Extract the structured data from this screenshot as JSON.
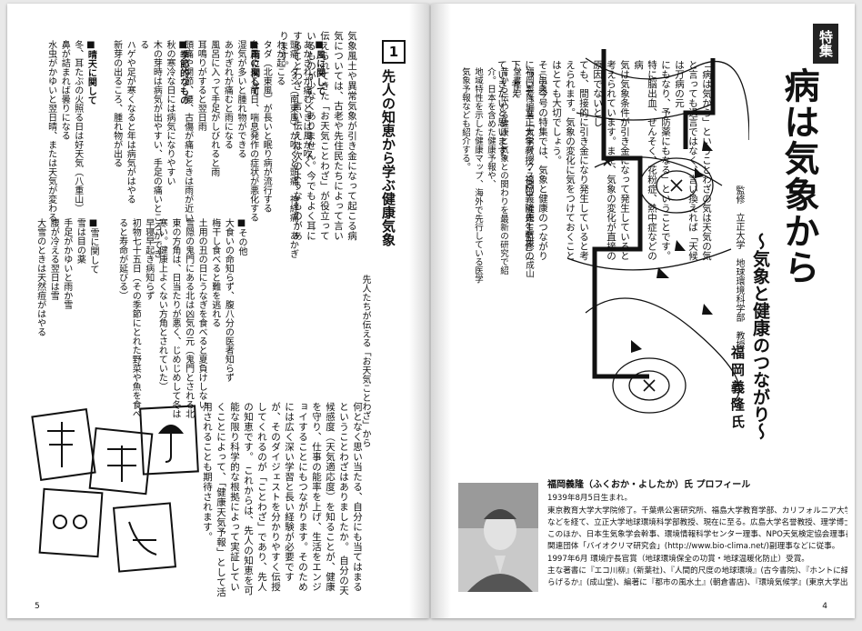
{
  "right_page": {
    "feature_tag": "特集",
    "title": "病は気象から",
    "subtitle": "〜気象と健康のつながり〜",
    "supervisor": "監修　立正大学　地球環境科学部　教授",
    "author": "福岡義隆氏",
    "intro": [
      "「病は気から」ということわざの気は天気の気と言っても過言ではなく、言い換えれば「天候は万病の元",
      "にもなり、予防薬にもなる」ということです。特に脳出血、ぜんそく、花粉症、熱中症などの病",
      "気は気象条件が引き金になって発生していると考えられています。また、気象の変化が直接の原因でないとし",
      "ても、間接的に引き金になり発生していると考えられます。気象の変化に気をつけておくことはとても大切でしょう。",
      "そこで今号の特集では、気象と健康のつながりについて、立正大学教授・福岡義隆先生監修の下、考え",
      "ていきたいと思います。"
    ],
    "source": [
      "（出典）",
      "福岡義隆編著「気象ブックス023　健康と気象」（成山堂書店）",
      "昔から伝わる健康と気象との関わりを最新の研究で紹介。日本を含めた健康予報や、",
      "地域特性を示した健康マップ、海外で先行している医学気象予報なども紹介する。"
    ],
    "profile": {
      "title": "福岡義隆（ふくおか・よしたか）氏 プロフィール",
      "lines": [
        "1939年8月5日生まれ。",
        "東京教育大学大学院修了。千葉県公害研究所、福島大学教育学部、カリフォルニア大学、広島大学",
        "などを経て、立正大学地球環境科学部教授、現在に至る。広島大学名誉教授、理学博士。",
        "このほか、日本生気象学会幹事、環境情報科学センター理事、NPO天気検定協会理事長、NPO",
        "関連団体「バイオクリマ研究会」(http://www.bio-clima.net/)副理事などに従事。",
        "1997年6月 環境庁長官賞（地球環境保全の功賞・地球温暖化防止）受賞。",
        "主な著書に『エコ川柳』(新葉社)、『人間的尺度の地球環境』(古今書院)、『ホントに緑は猛暑を和",
        "らげるか』(成山堂)、編著に『都市の風水土』(朝倉書店)、『環境気候学』(東京大学出版会)など。"
      ]
    },
    "page_number": "4"
  },
  "left_page": {
    "section_number": "1",
    "section_title": "先人の知恵から学ぶ健康気象",
    "section_subtitle": "先人たちが伝える「お天気ことわざ」から",
    "body_top": [
      "気象風土や異常気象が引き金になって起こる病気については、古老や先住民たちによって言い伝えられてきた「お天気ことわざ」が役立っているものが少なくありません。今でもよく耳にすることわざ・言い伝えは次のようなものがあります。"
    ],
    "body_bottom": [
      "何となく思い当たる、自分にも当てはまるということわざはありましたか。",
      "自分の天候感度（天気適応度）を知ることが、健康を守り、仕事の能率を上げ、生活をエンジョイすることにもつながります。そのためには広く深い学習と長い経験が必要ですが、そのダイジェストを分かりやすく伝授してくれるのが「ことわざ」であり、先人の知恵です。",
      "これからは、先人の知恵を可能な限り科学的な根拠によって実証していくことによって、「健康天気予報」として活用されることも期待されます。"
    ],
    "lore_columns": [
      {
        "heading": "■風に関して",
        "items": [
          "あかぎれが痛むときは風が吹く",
          "頭痛、ダシ（南東風）が吹くと頭痛、神経痛、あかぎれが起こる",
          "タダ（北東風）が長いと眠り病が流行する",
          "台風の来る前日、喘息発作の症状が悪化する"
        ]
      },
      {
        "heading": "■雨に関して",
        "items": [
          "湿気が多いと腫れ物ができる",
          "あかぎれが痛むと雨になる",
          "風呂に入って手足がしびれると雨",
          "耳鳴りがすると翌日雨",
          "頭痛や関節、腰、古傷が痛むときは雨が近い"
        ]
      },
      {
        "heading": "■季節的なもの",
        "items": [
          "秋の寒冷な日には病気になりやすい",
          "木の芽時は病気が出やすい、手足の痛いところができる",
          "ハゲや足が寒くなると年は病気がはやる",
          "新芽の出るころ、腫れ物が出る"
        ]
      },
      {
        "heading": "■晴天に関して",
        "items": [
          "冬、耳たぶの火照る日は好天気（八重山）",
          "鼻が詰まれば曇りになる",
          "水虫がかゆいと翌日晴、または天気が変わる"
        ]
      },
      {
        "heading": "■その他",
        "items": [
          "大食いの命知らず、腹八分の医者知らず",
          "梅干し食べると難を逃れる",
          "土用の丑の日にうなぎを食べると夏負けしない",
          "雪隠の鬼門にある北は凶気の元（鬼門とされる北東の方角は、日当たりが悪く、じめじめして冬は寒い。健康上よくない方角とされていた）",
          "早寝早起き病知らず",
          "初物七十五日（その季節にとれた野菜や魚を食べると寿命が延びる）"
        ]
      },
      {
        "heading": "■雪に関して",
        "items": [
          "雪は目の薬",
          "手足がかゆいと雨か雪",
          "腰が冷える翌日は雪",
          "大雪のときは天然痘がはやる"
        ]
      }
    ],
    "page_number": "5"
  }
}
